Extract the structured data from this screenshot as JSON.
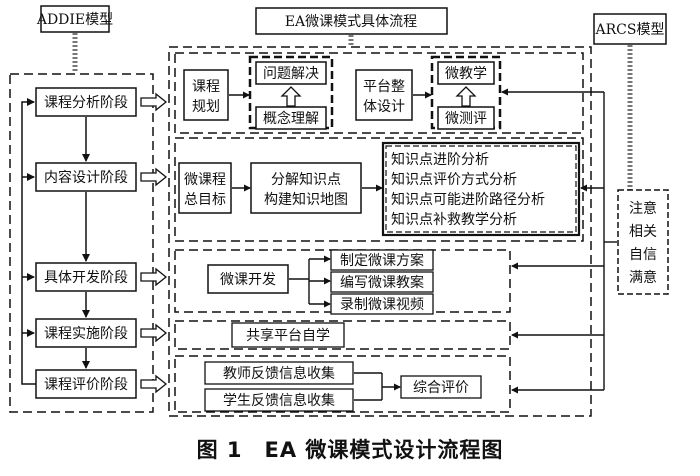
{
  "header": {
    "left": "ADDIE模型",
    "center": "EA微课模式具体流程",
    "right": "ARCS模型"
  },
  "stages": [
    "课程分析阶段",
    "内容设计阶段",
    "具体开发阶段",
    "课程实施阶段",
    "课程评价阶段"
  ],
  "arcs_side": [
    "注意",
    "相关",
    "自信",
    "满意"
  ],
  "row1": {
    "course_plan": [
      "课程",
      "规划"
    ],
    "problem_solving": "问题解决",
    "concept_understanding": "概念理解",
    "platform_design": [
      "平台整",
      "体设计"
    ],
    "micro_teaching": "微教学",
    "micro_evaluation": "微测评"
  },
  "row2": {
    "overall_goal": [
      "微课程",
      "总目标"
    ],
    "decompose": [
      "分解知识点",
      "构建知识地图"
    ],
    "analysis_items": [
      "知识点进阶分析",
      "知识点评价方式分析",
      "知识点可能进阶路径分析",
      "知识点补救教学分析"
    ]
  },
  "row3": {
    "dev": "微课开发",
    "items": [
      "制定微课方案",
      "编写微课教案",
      "录制微课视频"
    ]
  },
  "row4": {
    "platform_study": "共享平台自学"
  },
  "row5": {
    "teacher_feedback": "教师反馈信息收集",
    "student_feedback": "学生反馈信息收集",
    "overall_evaluation": "综合评价"
  },
  "caption": "图 1　EA 微课模式设计流程图"
}
